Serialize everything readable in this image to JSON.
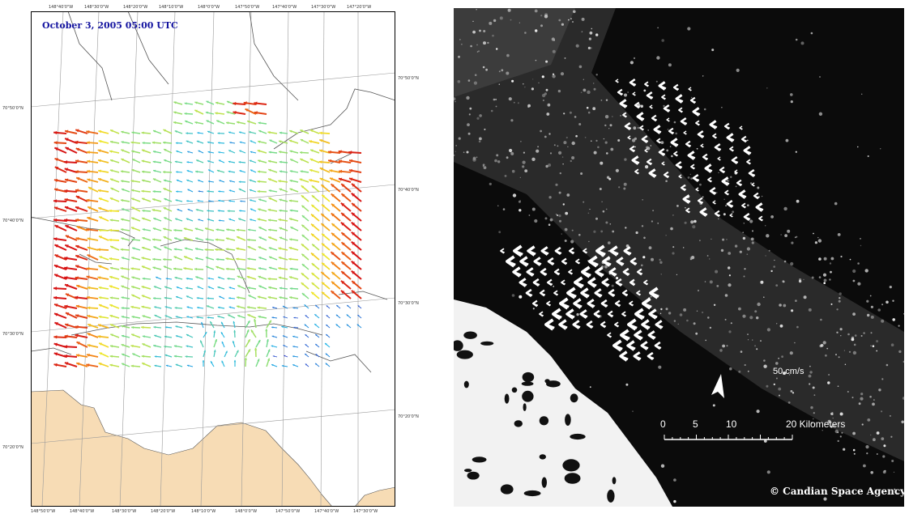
{
  "left_map": {
    "title": "October 3, 2005 05:00 UTC",
    "top_ticks": [
      "148°40'0\"W",
      "148°30'0\"W",
      "148°20'0\"W",
      "148°10'0\"W",
      "148°0'0\"W",
      "147°50'0\"W",
      "147°40'0\"W",
      "147°30'0\"W",
      "147°20'0\"W"
    ],
    "bottom_ticks": [
      "148°50'0\"W",
      "148°40'0\"W",
      "148°30'0\"W",
      "148°20'0\"W",
      "148°10'0\"W",
      "148°0'0\"W",
      "147°50'0\"W",
      "147°40'0\"W",
      "147°30'0\"W"
    ],
    "left_ticks": [
      "70°50'0\"N",
      "70°40'0\"N",
      "70°30'0\"N",
      "70°20'0\"N"
    ],
    "right_ticks": [
      "70°50'0\"N",
      "70°40'0\"N",
      "70°30'0\"N",
      "70°20'0\"N"
    ],
    "colors": {
      "land": "#f7dcb5",
      "frame": "#000000",
      "graticule": "#9a9a9a",
      "coast": "#555555"
    }
  },
  "right_image": {
    "speed_label": "50 cm/s",
    "scale_numbers": [
      "0",
      "5",
      "10"
    ],
    "scale_end_label": "20 Kilometers",
    "credit": "© Candian Space Agency",
    "colors": {
      "background": "#0b0b0b",
      "arrows": "#ffffff",
      "ice": "#f2f2f2"
    }
  }
}
